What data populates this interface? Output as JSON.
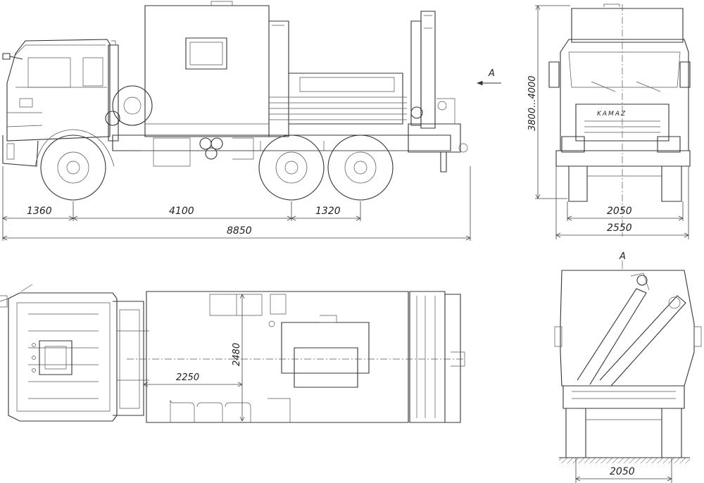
{
  "views": {
    "side": {
      "name": "side-view"
    },
    "front": {
      "name": "front-view"
    },
    "top": {
      "name": "top-view"
    },
    "rear": {
      "name": "rear-view-a"
    }
  },
  "labels": {
    "view_marker_side": "A",
    "view_marker_rear": "A",
    "brand": "KAMAZ"
  },
  "dimensions": {
    "front_overhang": "1360",
    "wheelbase": "4100",
    "rear_axle_spacing": "1320",
    "overall_length": "8850",
    "height_range": "3800...4000",
    "front_track": "2050",
    "overall_width": "2550",
    "body_width": "2480",
    "body_length_section": "2250",
    "rear_track": "2050"
  }
}
